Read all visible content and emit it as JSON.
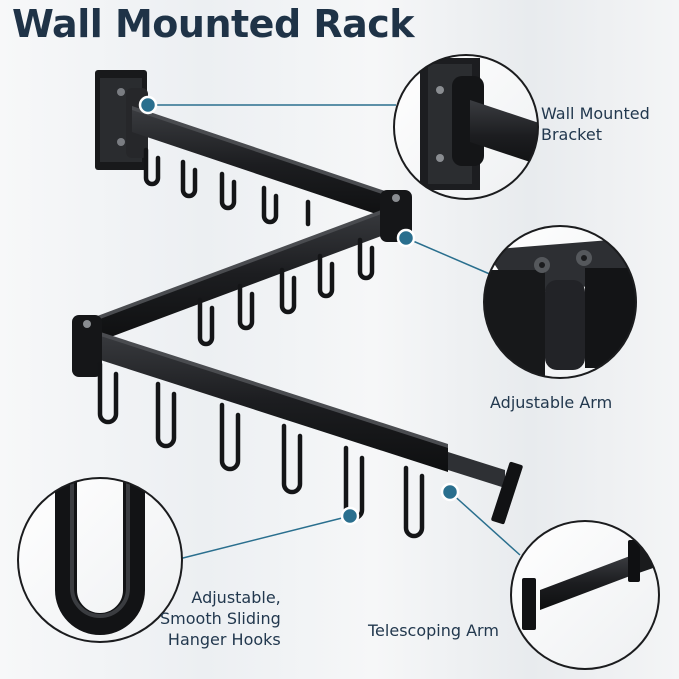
{
  "title": "Wall Mounted Rack",
  "callouts": {
    "wall_bracket": {
      "line1": "Wall Mounted",
      "line2": "Bracket",
      "icon": "wall-bracket-closeup"
    },
    "adjustable_arm": {
      "line1": "Adjustable Arm",
      "icon": "hinge-joint-closeup"
    },
    "hanger_hooks": {
      "line1": "Adjustable,",
      "line2": "Smooth Sliding",
      "line3": "Hanger Hooks",
      "icon": "hook-closeup"
    },
    "telescoping_arm": {
      "line1": "Telescoping Arm",
      "icon": "telescoping-end-closeup"
    }
  },
  "colors": {
    "title": "#1f3347",
    "label": "#22384e",
    "accent": "#2a6f8e",
    "metal": "#1a1b1d"
  }
}
